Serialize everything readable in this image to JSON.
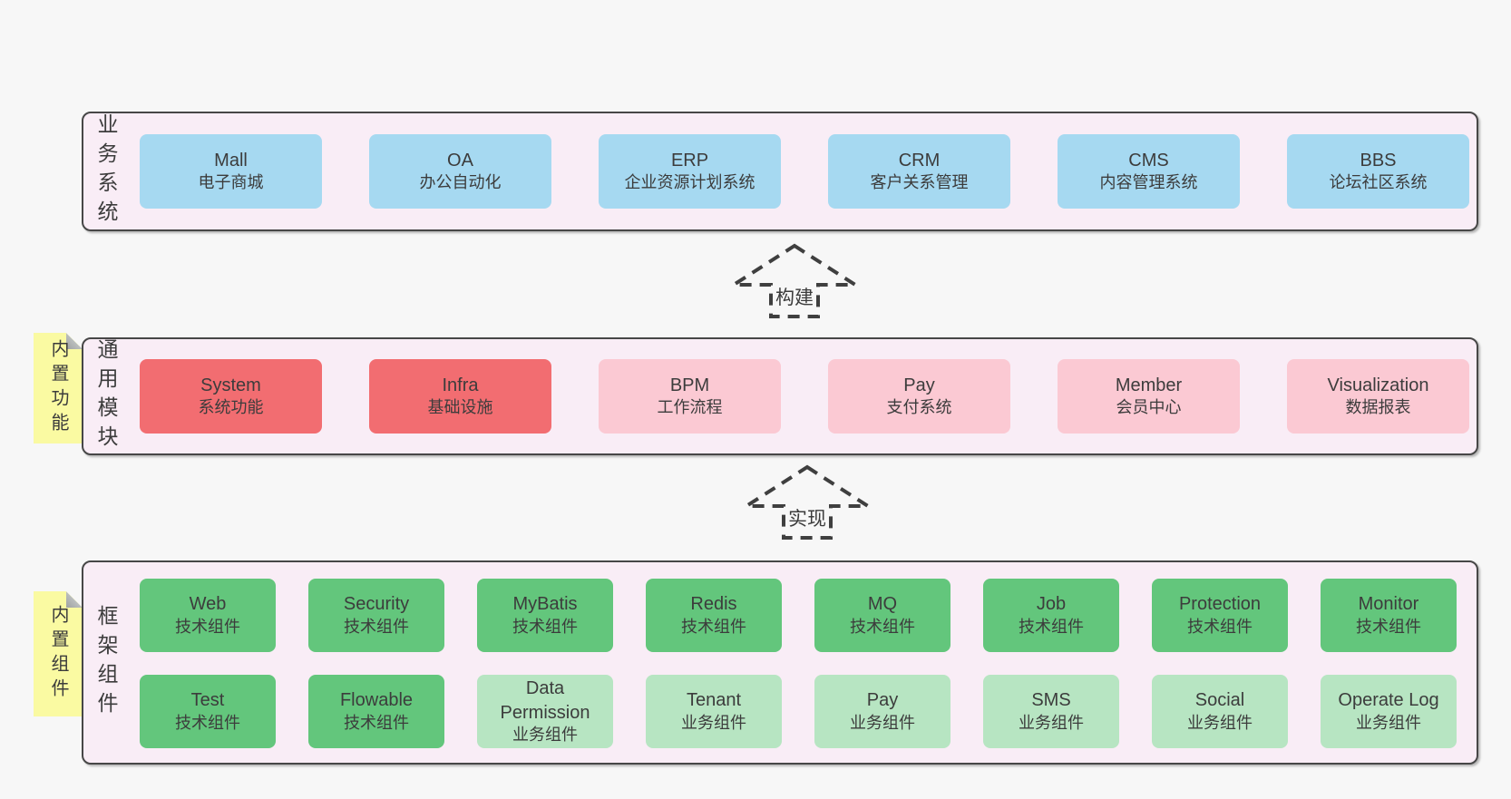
{
  "colors": {
    "page_bg": "#f7f7f7",
    "panel_bg": "#f9edf6",
    "panel_border": "#474747",
    "blue_box": "#a6d9f1",
    "red_box": "#f26d71",
    "pink_box": "#fbc9d3",
    "green_box": "#63c67c",
    "light_green_box": "#b7e5c2",
    "sticky_note_yellow": "#fafaa2",
    "text": "#3c3c3c"
  },
  "arrows": {
    "build": "构建",
    "implement": "实现"
  },
  "business": {
    "label": "业务系统",
    "boxes": [
      {
        "name": "Mall",
        "subtitle": "电子商城"
      },
      {
        "name": "OA",
        "subtitle": "办公自动化"
      },
      {
        "name": "ERP",
        "subtitle": "企业资源计划系统"
      },
      {
        "name": "CRM",
        "subtitle": "客户关系管理"
      },
      {
        "name": "CMS",
        "subtitle": "内容管理系统"
      },
      {
        "name": "BBS",
        "subtitle": "论坛社区系统"
      }
    ]
  },
  "modules": {
    "label": "通用模块",
    "note": "内置功能",
    "boxes": [
      {
        "name": "System",
        "subtitle": "系统功能"
      },
      {
        "name": "Infra",
        "subtitle": "基础设施"
      },
      {
        "name": "BPM",
        "subtitle": "工作流程"
      },
      {
        "name": "Pay",
        "subtitle": "支付系统"
      },
      {
        "name": "Member",
        "subtitle": "会员中心"
      },
      {
        "name": "Visualization",
        "subtitle": "数据报表"
      }
    ]
  },
  "components": {
    "label": "框架组件",
    "note": "内置组件",
    "row1": [
      {
        "name": "Web",
        "subtitle": "技术组件"
      },
      {
        "name": "Security",
        "subtitle": "技术组件"
      },
      {
        "name": "MyBatis",
        "subtitle": "技术组件"
      },
      {
        "name": "Redis",
        "subtitle": "技术组件"
      },
      {
        "name": "MQ",
        "subtitle": "技术组件"
      },
      {
        "name": "Job",
        "subtitle": "技术组件"
      },
      {
        "name": "Protection",
        "subtitle": "技术组件"
      },
      {
        "name": "Monitor",
        "subtitle": "技术组件"
      }
    ],
    "row2": [
      {
        "name": "Test",
        "subtitle": "技术组件"
      },
      {
        "name": "Flowable",
        "subtitle": "技术组件"
      },
      {
        "name": "Data Permission",
        "subtitle": "业务组件"
      },
      {
        "name": "Tenant",
        "subtitle": "业务组件"
      },
      {
        "name": "Pay",
        "subtitle": "业务组件"
      },
      {
        "name": "SMS",
        "subtitle": "业务组件"
      },
      {
        "name": "Social",
        "subtitle": "业务组件"
      },
      {
        "name": "Operate Log",
        "subtitle": "业务组件"
      }
    ]
  }
}
